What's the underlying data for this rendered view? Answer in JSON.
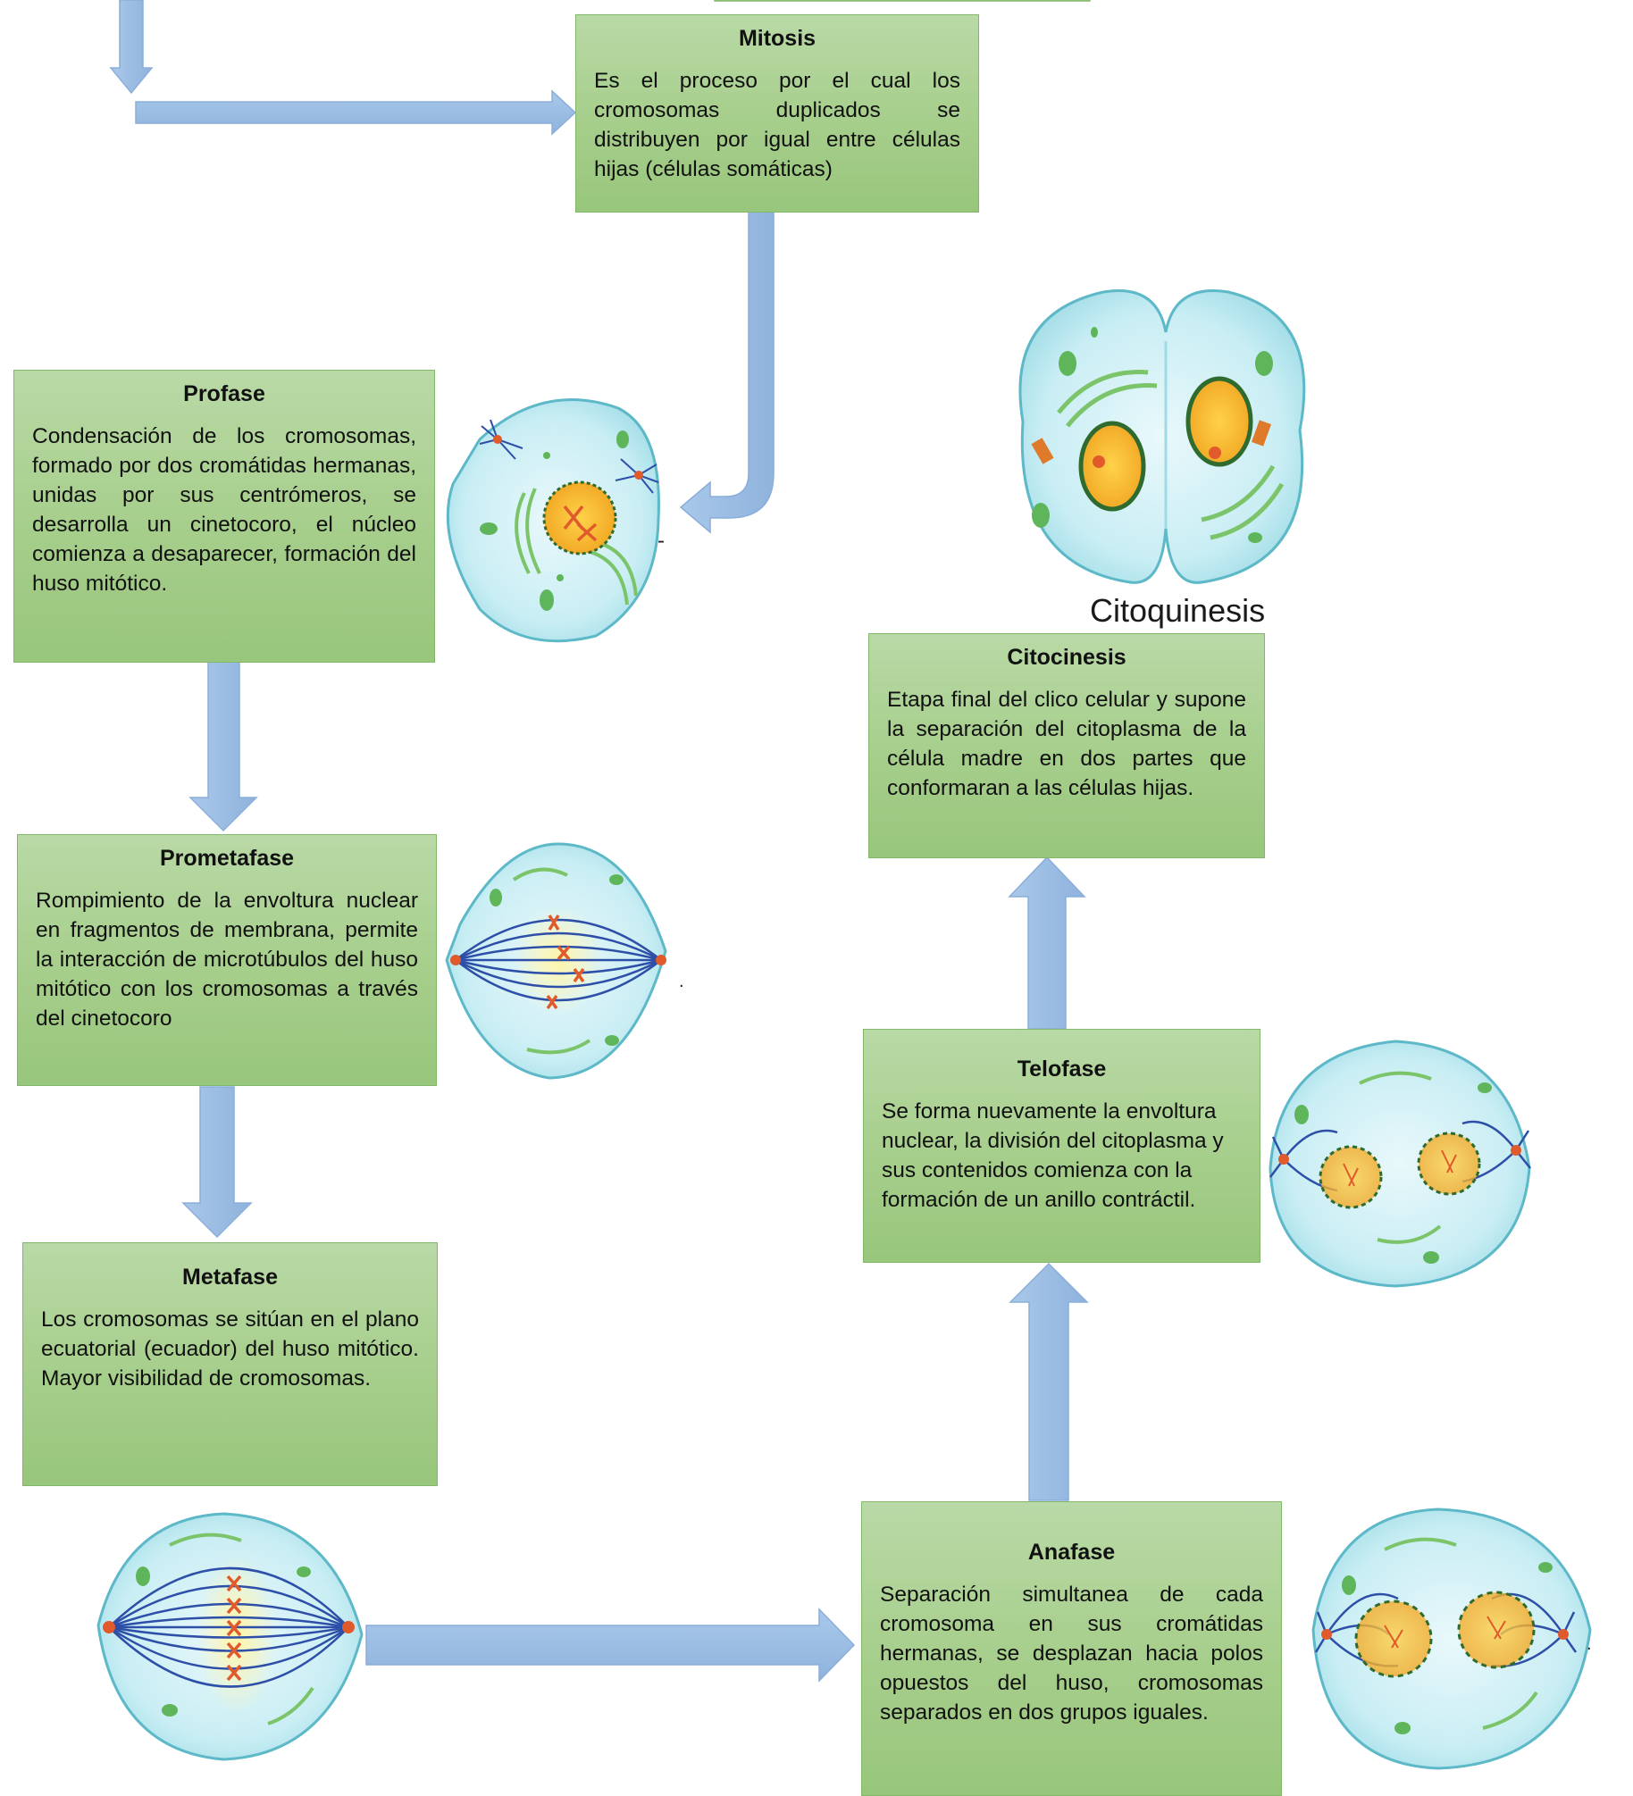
{
  "stages": {
    "mitosis": {
      "title": "Mitosis",
      "text": "Es el proceso por el cual los cromosomas duplicados se distribuyen por igual entre células hijas (células somáticas)"
    },
    "profase": {
      "title": "Profase",
      "text": "Condensación de los cromosomas, formado por dos cromátidas hermanas, unidas por sus centrómeros, se desarrolla un cinetocoro, el núcleo comienza a desaparecer, formación del huso mitótico."
    },
    "prometafase": {
      "title": "Prometafase",
      "text": "Rompimiento de la envoltura nuclear en fragmentos de membrana, permite la interacción de microtúbulos del huso mitótico con los cromosomas a través del cinetocoro"
    },
    "metafase": {
      "title": "Metafase",
      "text": "Los cromosomas se sitúan en el plano ecuatorial (ecuador) del huso mitótico. Mayor visibilidad de cromosomas."
    },
    "anafase": {
      "title": "Anafase",
      "text": "Separación simultanea de cada cromosoma en sus cromátidas hermanas, se desplazan hacia polos opuestos del huso, cromosomas separados en dos grupos iguales."
    },
    "telofase": {
      "title": "Telofase",
      "text": "Se forma nuevamente la envoltura nuclear, la división del citoplasma y sus contenidos comienza con la formación de un anillo contráctil."
    },
    "citocinesis": {
      "title": "Citocinesis",
      "text": "Etapa final del clico celular y supone la separación del citoplasma de la célula madre en dos partes que conformaran a las células hijas."
    }
  },
  "images": {
    "citoquinesis_caption": "Citoquinesis"
  },
  "colors": {
    "box_fill": "#a6ce8b",
    "box_border": "#82b86a",
    "arrow": "#9dbfe4",
    "cell": "#bfe8f0",
    "chromosome": "#e05a2b",
    "spindle": "#2d4fa8"
  }
}
